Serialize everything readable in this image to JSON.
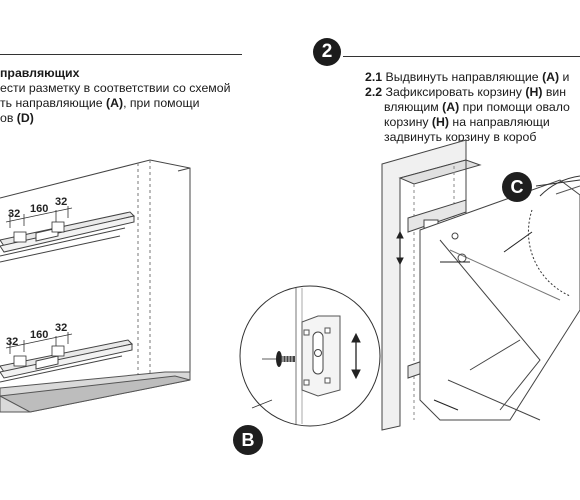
{
  "left": {
    "heading": "правляющих",
    "line1": "ести разметку в соответствии со схемой",
    "line2_a": "ть направляющие ",
    "line2_b": "(A)",
    "line2_c": ", при помощи",
    "line3_a": "ов ",
    "line3_b": "(D)",
    "dims_top": [
      "32",
      "160",
      "32"
    ],
    "dims_bottom": [
      "32",
      "160",
      "32"
    ]
  },
  "step": {
    "number": "2"
  },
  "right": {
    "s1_num": "2.1",
    "s1_text": " Выдвинуть направляющие ",
    "s1_a": "(A)",
    "s1_tail": " и",
    "s2_num": "2.2",
    "s2_text": " Зафиксировать корзину ",
    "s2_h": "(H)",
    "s2_tail": " вин",
    "l3_a": "вляющим ",
    "l3_b": "(A)",
    "l3_c": " при помощи овало",
    "l4_a": "корзину ",
    "l4_b": "(H)",
    "l4_c": " на направляющи",
    "l5": "задвинуть корзину в короб"
  },
  "callouts": {
    "b": "B",
    "c": "C"
  }
}
